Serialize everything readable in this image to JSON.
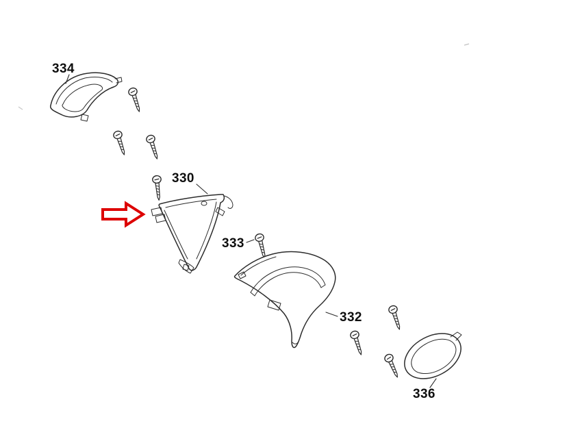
{
  "diagram": {
    "kind": "exploded-parts-line-drawing",
    "background_color": "#ffffff",
    "line_color": "#2b2b2b",
    "label_color": "#0f0f0f",
    "arrow_color": "#dd0000",
    "labels": {
      "part334": "334",
      "part330": "330",
      "part333": "333",
      "part332": "332",
      "part336": "336"
    },
    "screw_count": 8,
    "callout_arrow": {
      "direction": "right",
      "points_to": "330"
    }
  }
}
